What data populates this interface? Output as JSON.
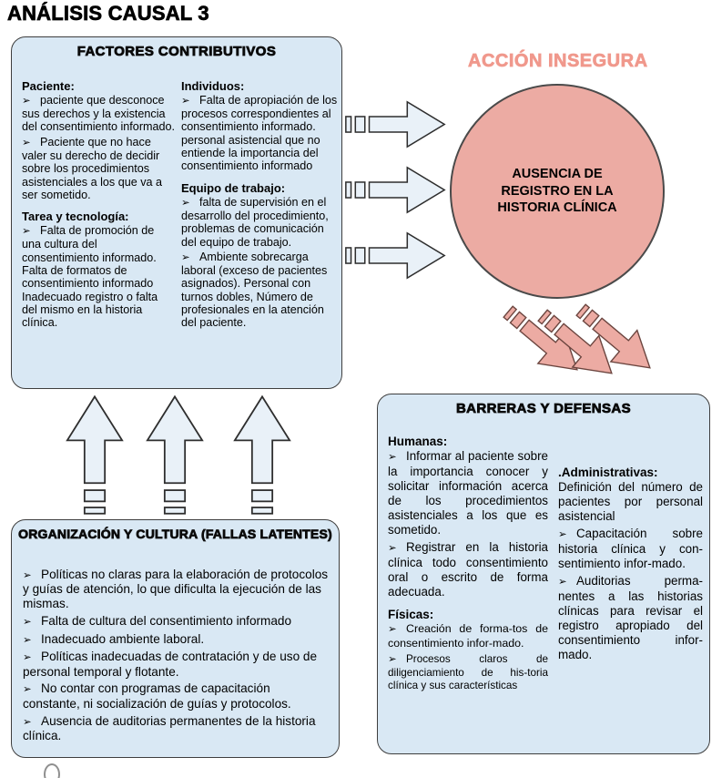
{
  "title": "ANÁLISIS CAUSAL 3",
  "glyphs": {
    "bullet": "➢"
  },
  "colors": {
    "box_fill": "#d9e8f4",
    "arrow_fill": "#e9f1f8",
    "salmon_fill": "#ecaba3",
    "salmon_text": "#f0988c"
  },
  "accion": {
    "label": "ACCIÓN INSEGURA",
    "circle_text": "AUSENCIA DE REGISTRO EN LA HISTORIA CLÍNICA"
  },
  "factores": {
    "header": "FACTORES CONTRIBUTIVOS",
    "paciente_heading": "Paciente:",
    "paciente_items": [
      "paciente que desconoce sus derechos y la existencia del consentimiento informado.",
      "Paciente que no hace valer su derecho de decidir sobre los procedimientos asistenciales a los que va a ser sometido."
    ],
    "tarea_heading": "Tarea y tecnología:",
    "tarea_items": [
      "Falta de promoción de una cultura del consentimiento informado. Falta de formatos de consentimiento informado Inadecuado registro o falta del mismo en la historia clínica."
    ],
    "individuos_heading": "Individuos:",
    "individuos_items": [
      "Falta de apropiación de los procesos correspondientes al consentimiento informado. personal asistencial que no entiende la importancia del consentimiento informado"
    ],
    "equipo_heading": "Equipo de trabajo:",
    "equipo_items": [
      "falta de supervisión en el desarrollo del procedimiento, problemas de comunicación del equipo de trabajo.",
      "Ambiente sobrecarga laboral (exceso de pacientes asignados). Personal con turnos dobles, Número de profesionales en la atención del paciente."
    ]
  },
  "organizacion": {
    "header": "ORGANIZACIÓN Y CULTURA (FALLAS LATENTES)",
    "items": [
      "Políticas no claras para la elaboración de protocolos y guías de atención, lo que dificulta la ejecución de las mismas.",
      "Falta de cultura del consentimiento informado",
      "Inadecuado ambiente laboral.",
      "Políticas inadecuadas de contratación y de uso de personal temporal y flotante.",
      "No contar con programas de capacitación constante, ni socialización de guías y protocolos.",
      "Ausencia de auditorias permanentes de la historia clínica."
    ]
  },
  "barreras": {
    "header": "BARRERAS Y DEFENSAS",
    "humanas_heading": "Humanas:",
    "humanas_items": [
      "Informar al paciente sobre la importancia conocer y solicitar información acerca de los procedimientos asistenciales a los que es sometido.",
      "Registrar en la historia clínica todo consentimiento oral o escrito de forma adecuada."
    ],
    "fisicas_heading": "Físicas:",
    "fisicas_items": [
      "Creación de forma-tos de consentimiento infor-mado.",
      "Procesos claros de diligenciamiento de his-toria clínica y sus características"
    ],
    "admin_heading": ".Administrativas:",
    "admin_intro": "Definición del número de pacientes por personal asistencial",
    "admin_items": [
      "Capacitación sobre historia clínica y con-sentimiento infor-mado.",
      "Auditorias perma-nentes a las historias clínicas para revisar el registro apropiado del consentimiento infor-mado."
    ]
  }
}
